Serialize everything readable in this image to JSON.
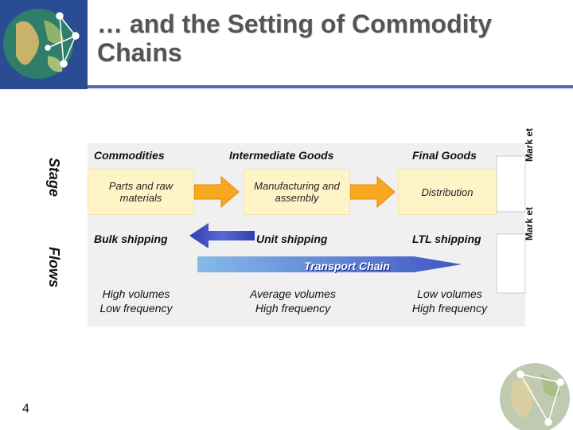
{
  "title": "… and the Setting of Commodity Chains",
  "stage_label": "Stage",
  "flows_label": "Flows",
  "headers": [
    "Commodities",
    "Intermediate Goods",
    "Final Goods"
  ],
  "stage_boxes": [
    "Parts and raw materials",
    "Manufacturing and assembly",
    "Distribution"
  ],
  "market_label": "Mark et",
  "shipping": [
    "Bulk shipping",
    "Unit shipping",
    "LTL shipping"
  ],
  "transport_chain": "Transport Chain",
  "volumes": [
    {
      "line1": "High volumes",
      "line2": "Low frequency"
    },
    {
      "line1": "Average volumes",
      "line2": "High frequency"
    },
    {
      "line1": "Low volumes",
      "line2": "High frequency"
    }
  ],
  "page_number": "4",
  "colors": {
    "banner": "#2a4c93",
    "arrow_orange": "#f5a623",
    "arrow_blue": "#3340b0",
    "box_fill": "#fff4c8"
  }
}
